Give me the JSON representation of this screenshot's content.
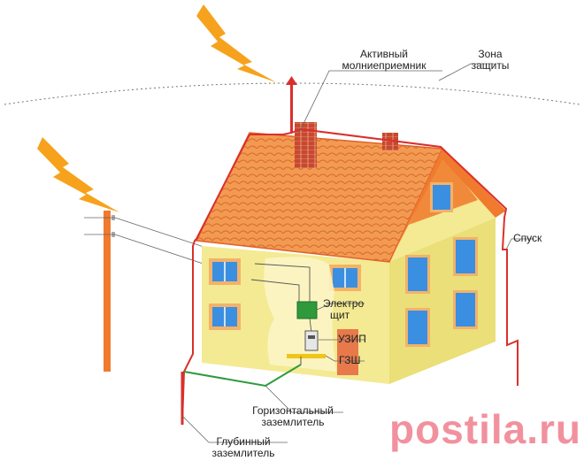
{
  "labels": {
    "active_rod": [
      "Активный",
      "молниеприемник"
    ],
    "protection_zone": [
      "Зона",
      "защиты"
    ],
    "downconductor": "Спуск",
    "panel": [
      "Электро",
      "щит"
    ],
    "uzip": "УЗИП",
    "gzsh": "ГЗШ",
    "horizontal_ground": [
      "Горизонтальный",
      "заземлитель"
    ],
    "deep_ground": [
      "Глубинный",
      "заземлитель"
    ]
  },
  "watermark": "postila.ru",
  "colors": {
    "roof": "#f07a2e",
    "wall": "#f3ea93",
    "lightning": "#f7a21c",
    "conductor": "#d9302c",
    "ground_wire": "#2e9a3c",
    "brick": "#c8482f",
    "window": "#3b8fe0",
    "watermark": "#e8384f"
  }
}
